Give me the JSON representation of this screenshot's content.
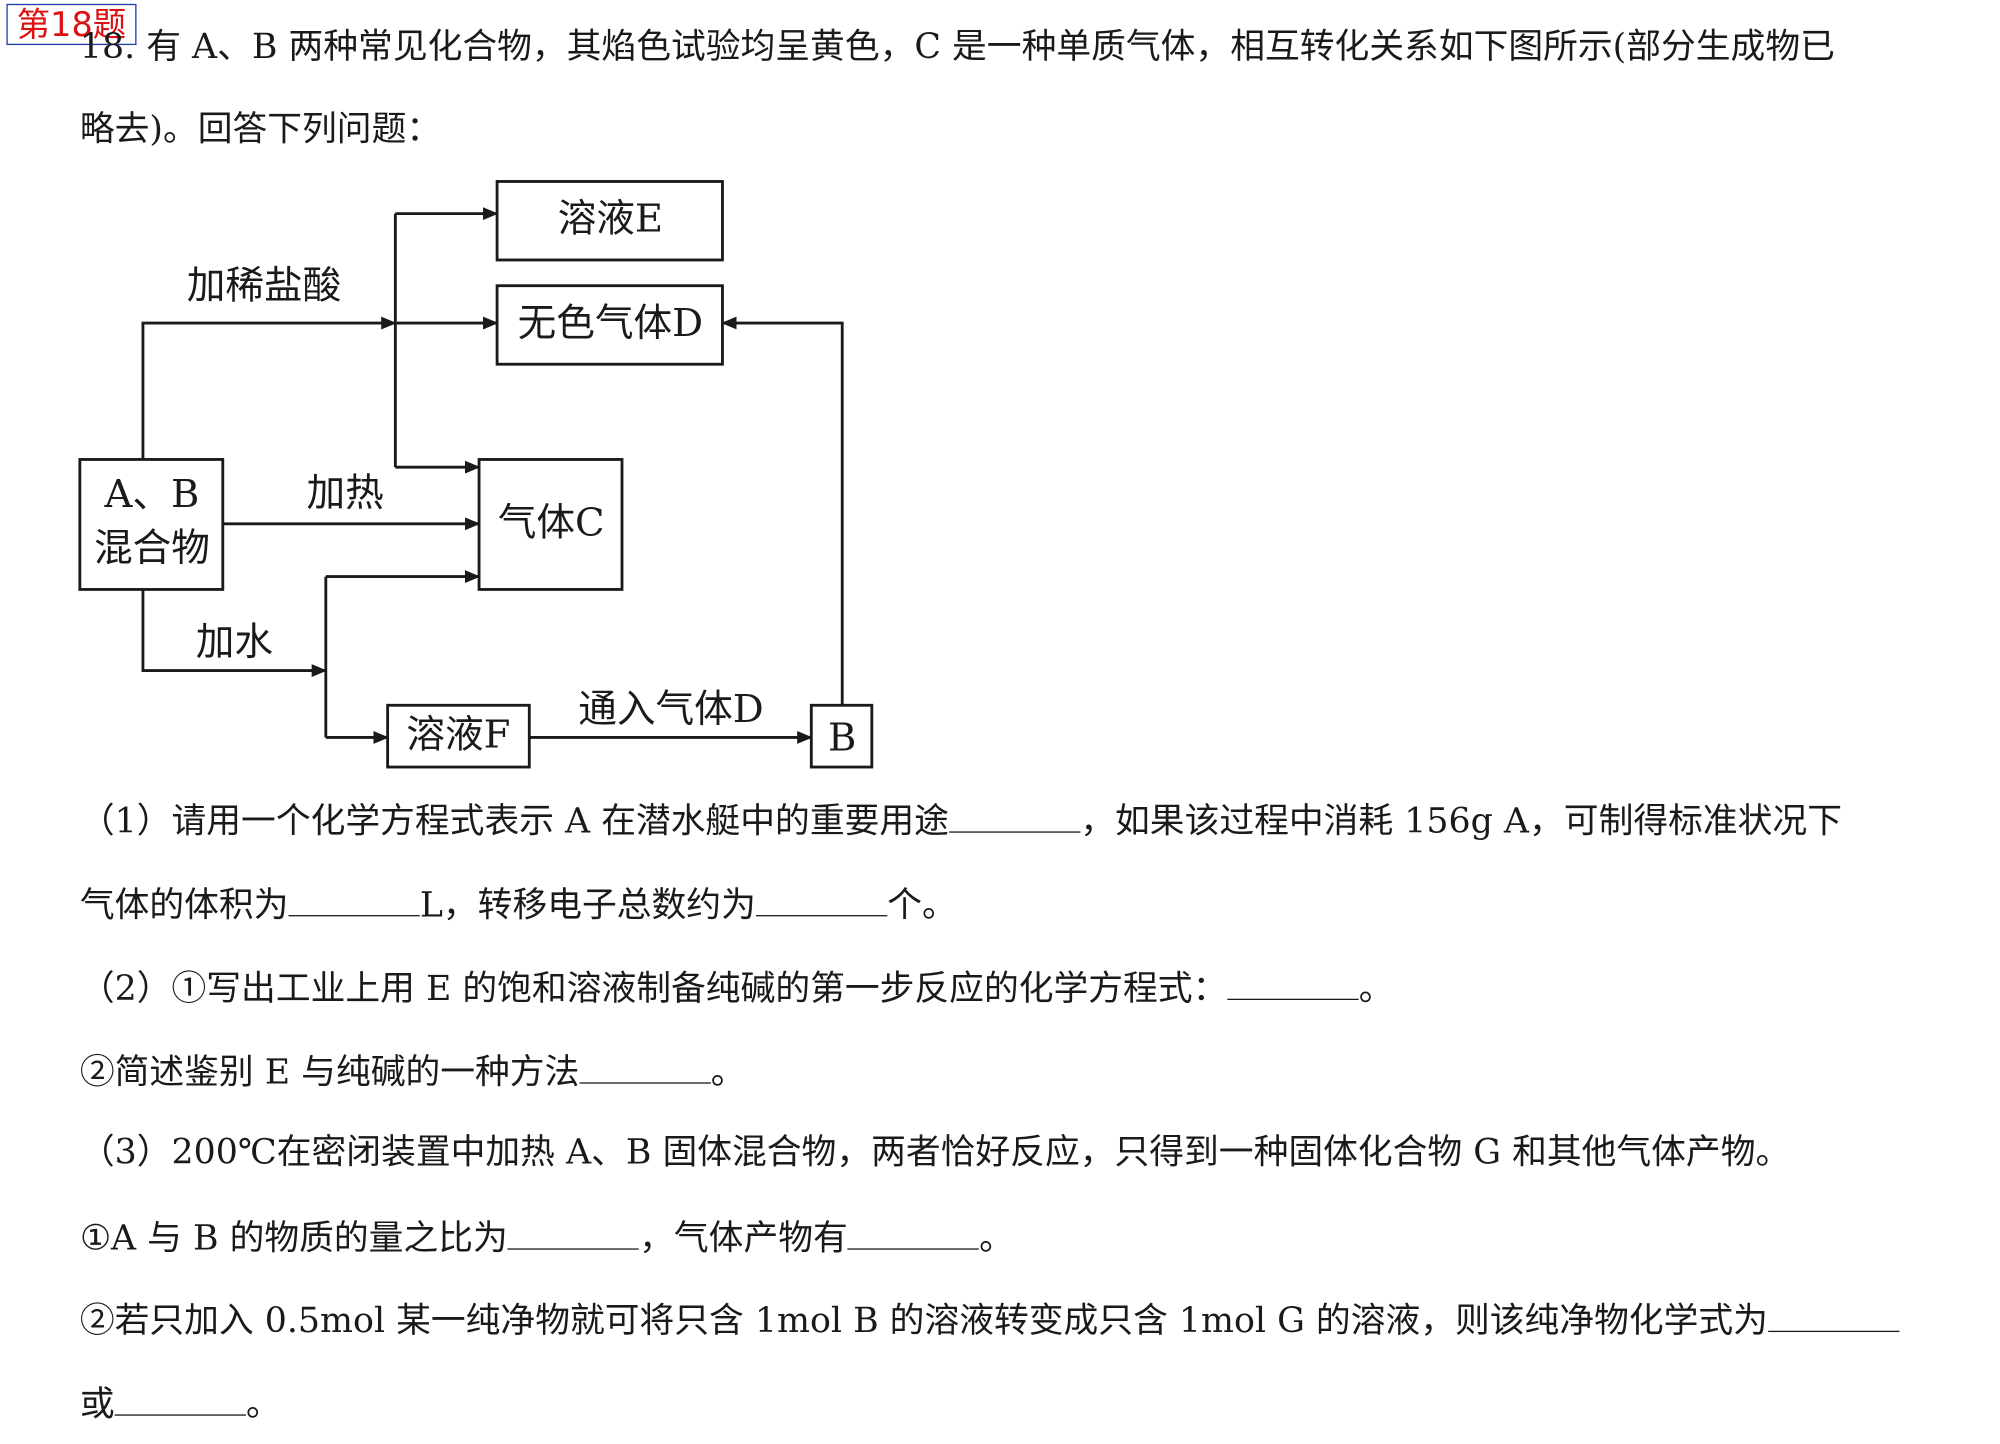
{
  "question_tag": "第18题",
  "intro": {
    "line1": "18. 有 A、B 两种常见化合物，其焰色试验均呈黄色，C 是一种单质气体，相互转化关系如下图所示(部分生成物已",
    "line2": "略去)。回答下列问题："
  },
  "diagram": {
    "box_ab_line1": "A、B",
    "box_ab_line2": "混合物",
    "box_e": "溶液E",
    "box_d": "无色气体D",
    "box_c": "气体C",
    "box_f": "溶液F",
    "box_b": "B",
    "label_hcl": "加稀盐酸",
    "label_heat": "加热",
    "label_water": "加水",
    "label_pass_d": "通入气体D"
  },
  "q1": {
    "a": "（1）请用一个化学方程式表示 A 在潜水艇中的重要用途",
    "b": "，如果该过程中消耗 156g A，可制得标准状况下",
    "c": "气体的体积为",
    "d": "L，转移电子总数约为",
    "e": "个。"
  },
  "q2": {
    "a": "（2）①写出工业上用 E 的饱和溶液制备纯碱的第一步反应的化学方程式：",
    "b": "。",
    "c": "②简述鉴别 E 与纯碱的一种方法",
    "d": "。"
  },
  "q3": {
    "a": "（3）200℃在密闭装置中加热 A、B 固体混合物，两者恰好反应，只得到一种固体化合物 G 和其他气体产物。",
    "b": "①A 与 B 的物质的量之比为",
    "c": "，气体产物有",
    "d": "。",
    "e": "②若只加入 0.5mol 某一纯净物就可将只含 1mol B 的溶液转变成只含 1mol G 的溶液，则该纯净物化学式为",
    "f": "或",
    "g": "。"
  }
}
